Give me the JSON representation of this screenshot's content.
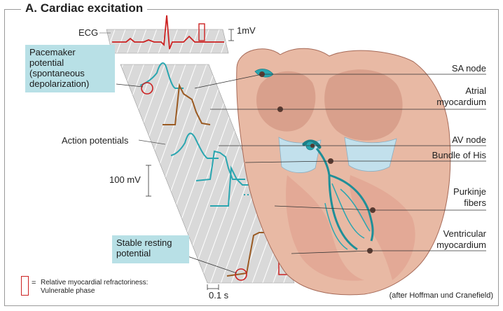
{
  "title": "A. Cardiac excitation",
  "labels": {
    "ecg": "ECG",
    "scale_1mv": "1mV",
    "action_potentials": "Action potentials",
    "scale_100mv": "100 mV",
    "time_scale": "0.1 s",
    "sa_node": "SA node",
    "atrial_1": "Atrial",
    "atrial_2": "myocardium",
    "av_node": "AV node",
    "bundle_his": "Bundle of His",
    "purkinje_1": "Purkinje",
    "purkinje_2": "fibers",
    "ventricular_1": "Ventricular",
    "ventricular_2": "myocardium"
  },
  "callouts": {
    "pacemaker_1": "Pacemaker",
    "pacemaker_2": "potential",
    "pacemaker_3": "(spontaneous",
    "pacemaker_4": "depolarization)",
    "stable_1": "Stable resting",
    "stable_2": "potential"
  },
  "legend": {
    "equals": "=",
    "line1": "Relative myocardial refractoriness:",
    "line2": "Vulnerable phase"
  },
  "credit": "(after Hoffman und Cranefield)",
  "colors": {
    "teal": "#2aa6b0",
    "brown": "#9a5a22",
    "ecg_red": "#cc2222",
    "strip_gray": "#c8c8c8",
    "heart_pink": "#e8b9a4",
    "heart_dark": "#c88e7a",
    "callout_bg": "#b8e0e6"
  }
}
